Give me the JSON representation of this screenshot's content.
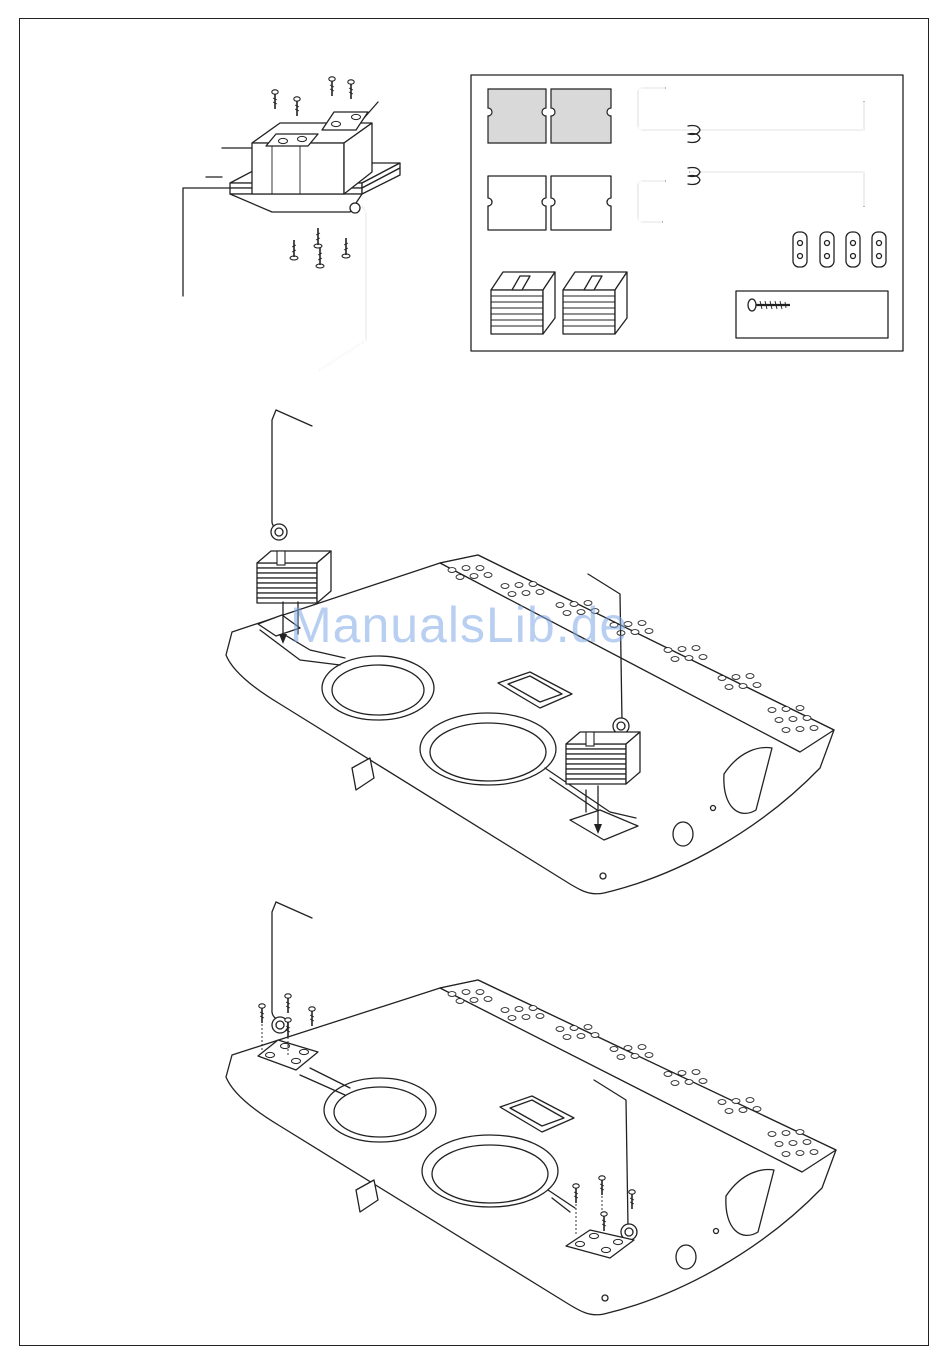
{
  "document": {
    "watermark_text": "ManualsLib.de",
    "border_color": "#222222",
    "watermark_color": "#7fa9e6",
    "pad_color": "#d9d9d9"
  },
  "figures": [
    {
      "id": "detail-hinge-assembly"
    },
    {
      "id": "parts-kit"
    },
    {
      "id": "step-insert-hinges"
    },
    {
      "id": "step-screw-hinges"
    }
  ]
}
